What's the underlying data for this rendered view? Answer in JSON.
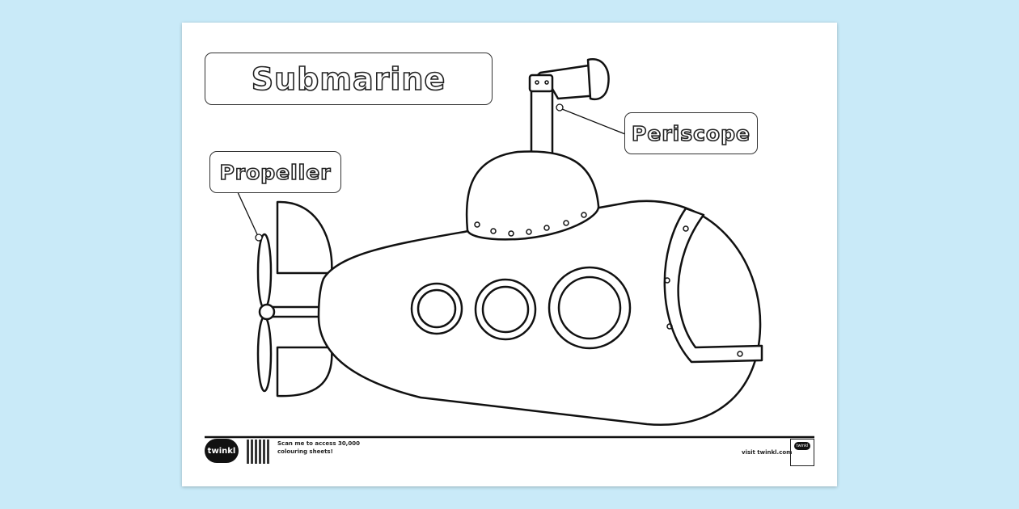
{
  "worksheet": {
    "title": "Submarine",
    "labels": {
      "periscope": "Periscope",
      "propeller": "Propeller"
    }
  },
  "footer": {
    "logo": "twinkl",
    "qr_caption_line1": "Scan me to access 30,000",
    "qr_caption_line2": "colouring sheets!",
    "website": "visit twinkl.com",
    "badge": "twinkl"
  },
  "colors": {
    "background": "#c9eaf8",
    "paper": "#ffffff",
    "ink": "#111111"
  }
}
